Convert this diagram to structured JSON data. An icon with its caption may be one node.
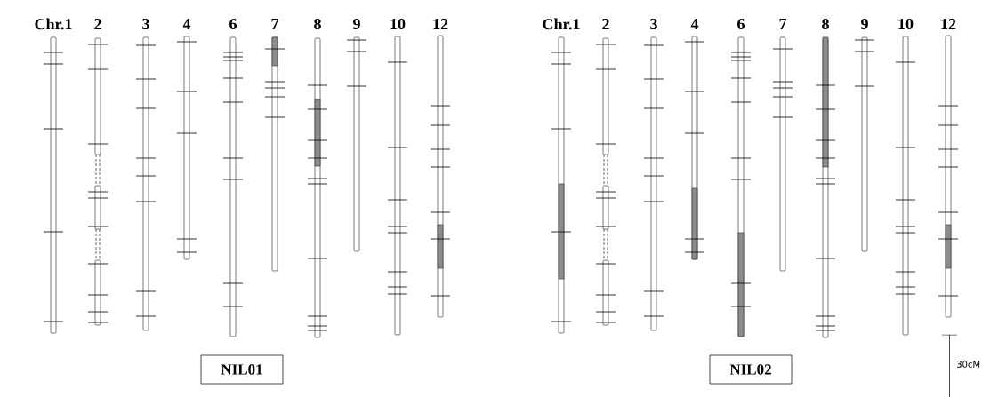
{
  "diagram": {
    "nodes": [
      {
        "text": [
          "Chr.1"
        ]
      },
      {
        "text": [
          "2"
        ]
      },
      {
        "text": [
          "3"
        ]
      },
      {
        "text": [
          "4"
        ]
      },
      {
        "text": [
          "6"
        ]
      },
      {
        "text": [
          "7"
        ]
      },
      {
        "text": [
          "8"
        ]
      },
      {
        "text": [
          "9"
        ]
      },
      {
        "text": [
          "10"
        ]
      },
      {
        "text": [
          "12"
        ]
      },
      {
        "text": [
          "Chr.1"
        ]
      },
      {
        "text": [
          "2"
        ]
      },
      {
        "text": [
          "3"
        ]
      },
      {
        "text": [
          "4"
        ]
      },
      {
        "text": [
          "6"
        ]
      },
      {
        "text": [
          "7"
        ]
      },
      {
        "text": [
          "8"
        ]
      },
      {
        "text": [
          "9"
        ]
      },
      {
        "text": [
          "10"
        ]
      },
      {
        "text": [
          "12"
        ]
      },
      {
        "text": [
          "NIL01"
        ]
      },
      {
        "text": [
          "NIL02"
        ]
      }
    ],
    "labels": [
      "30cM"
    ]
  }
}
